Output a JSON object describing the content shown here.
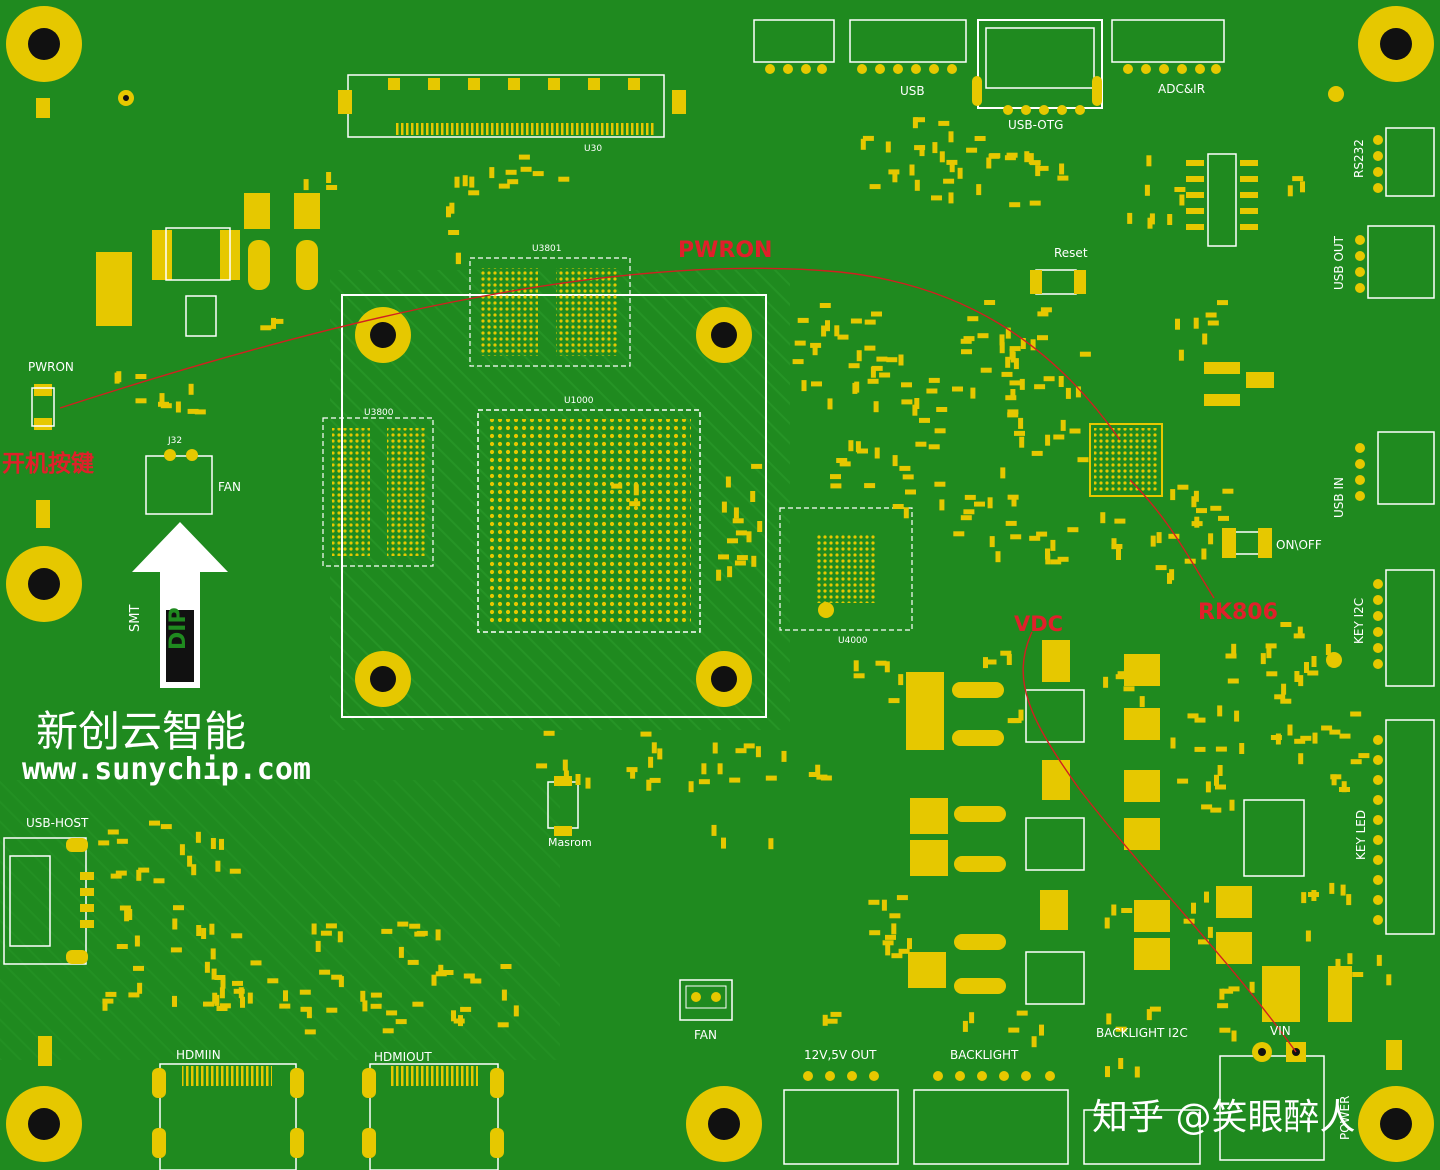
{
  "annotations": {
    "pwron": "PWRON",
    "power_button": "开机按键",
    "vdc": "VDC",
    "rk806": "RK806"
  },
  "branding": {
    "company": "新创云智能",
    "website": "www.sunychip.com",
    "watermark": "知乎 @笑眼醉人"
  },
  "silkscreen": {
    "usb": "USB",
    "usb_otg": "USB-OTG",
    "adc_ir": "ADC&IR",
    "rs232": "RS232",
    "usb_out": "USB OUT",
    "usb_in": "USB IN",
    "on_off": "ON\\OFF",
    "key_i2c": "KEY I2C",
    "key_led": "KEY LED",
    "reset": "Reset",
    "pwron_sw": "PWRON",
    "fan_top": "FAN",
    "fan_bottom": "FAN",
    "smt": "SMT",
    "dip": "DIP",
    "usb_host": "USB-HOST",
    "hdmi_in": "HDMIIN",
    "hdmi_out": "HDMIOUT",
    "masrom": "Masrom",
    "out_12v5v": "12V,5V  OUT",
    "backlight": "BACKLIGHT",
    "backlight_i2c": "BACKLIGHT  I2C",
    "vin": "VIN",
    "power": "POWER",
    "u1000": "U1000",
    "u3800": "U3800",
    "u3801": "U3801",
    "u4000": "U4000",
    "u30": "U30",
    "j32": "J32"
  },
  "colors": {
    "board": "#1f8a1f",
    "pad": "#e6c800",
    "silkscreen": "#ffffff",
    "annotation": "#e0202a"
  }
}
